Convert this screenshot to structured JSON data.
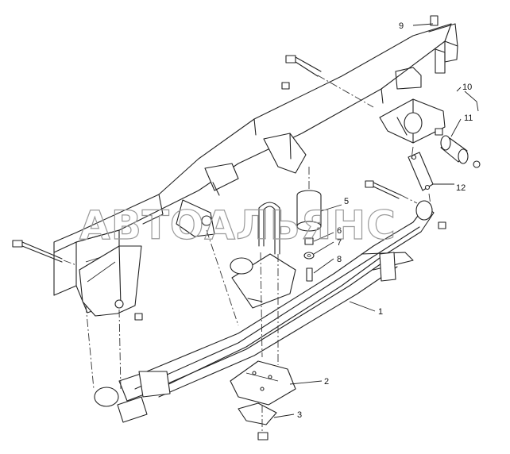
{
  "watermark": "АВТОАЛЬЯНС",
  "callouts": [
    {
      "id": "1",
      "label": "1"
    },
    {
      "id": "2",
      "label": "2"
    },
    {
      "id": "3",
      "label": "3"
    },
    {
      "id": "5",
      "label": "5"
    },
    {
      "id": "6",
      "label": "6"
    },
    {
      "id": "7",
      "label": "7"
    },
    {
      "id": "8",
      "label": "8"
    },
    {
      "id": "9",
      "label": "9"
    },
    {
      "id": "10",
      "label": "10"
    },
    {
      "id": "11",
      "label": "11"
    },
    {
      "id": "12",
      "label": "12"
    }
  ]
}
